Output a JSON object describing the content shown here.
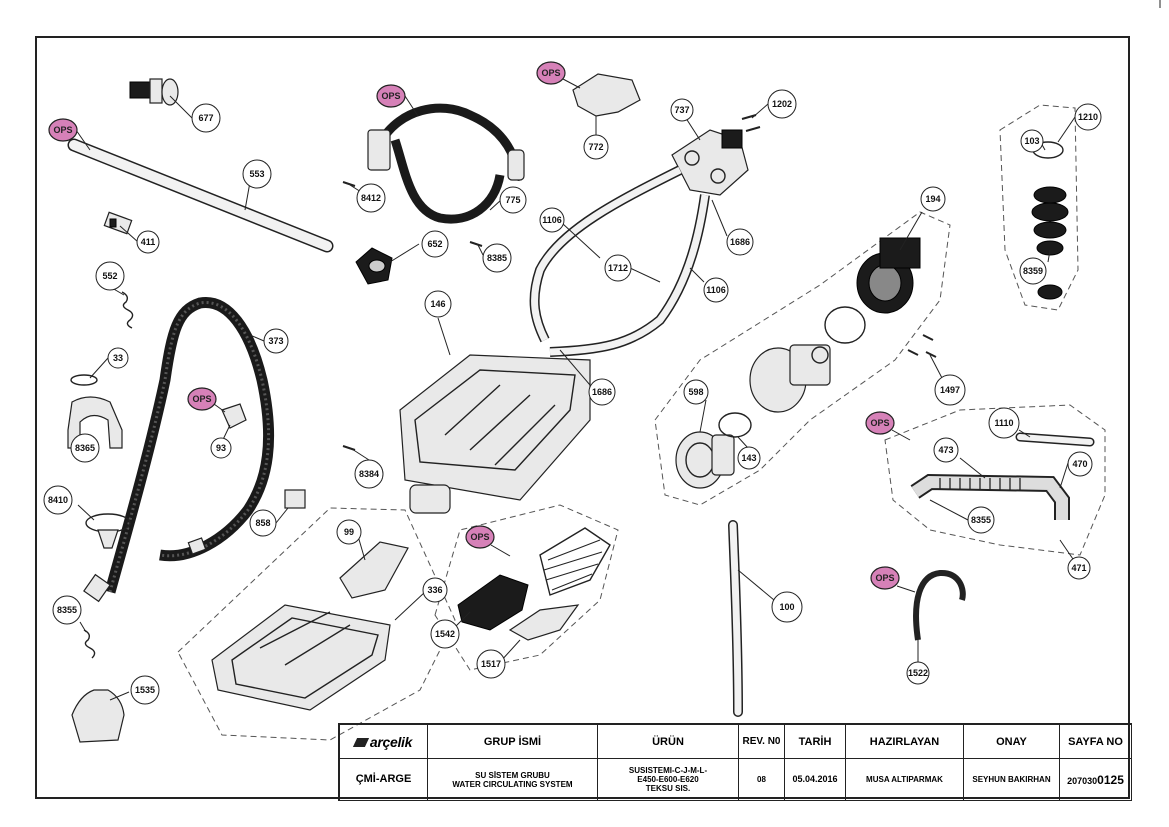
{
  "callouts": {
    "c677": "677",
    "c553": "553",
    "c411": "411",
    "c552": "552",
    "c373": "373",
    "c33": "33",
    "c93": "93",
    "c8365": "8365",
    "c8410": "8410",
    "c8355a": "8355",
    "c1535": "1535",
    "c858": "858",
    "c8384": "8384",
    "c146": "146",
    "c652": "652",
    "c8385": "8385",
    "c8412": "8412",
    "c775": "775",
    "c772": "772",
    "c737": "737",
    "c1202": "1202",
    "c1106a": "1106",
    "c1712": "1712",
    "c1106b": "1106",
    "c1686a": "1686",
    "c1686b": "1686",
    "c99": "99",
    "c336": "336",
    "c1542": "1542",
    "c1517": "1517",
    "c100": "100",
    "c598": "598",
    "c143": "143",
    "c194": "194",
    "c1497": "1497",
    "c1210": "1210",
    "c103": "103",
    "c8359": "8359",
    "c1110": "1110",
    "c473": "473",
    "c470": "470",
    "c8355b": "8355",
    "c471": "471",
    "c1522": "1522"
  },
  "ops_label": "OPS",
  "title_block": {
    "logo": "arçelik",
    "group_header": "GRUP İSMİ",
    "product_header": "ÜRÜN",
    "rev_header": "REV. N0",
    "date_header": "TARİH",
    "prepared_header": "HAZIRLAYAN",
    "approval_header": "ONAY",
    "page_header": "SAYFA NO",
    "department": "ÇMİ-ARGE",
    "group_name_tr": "SU SİSTEM GRUBU",
    "group_name_en": "WATER CIRCULATING SYSTEM",
    "product_line1": "SUSISTEMI-C-J-M-L-",
    "product_line2": "E450-E600-E620",
    "product_line3": "TEKSU SIS.",
    "rev": "08",
    "date": "05.04.2016",
    "prepared_by": "MUSA ALTIPARMAK",
    "approved_by": "SEYHUN BAKIRHAN",
    "page_prefix": "207030",
    "page_suffix": "0125"
  },
  "colors": {
    "ops_fill": "#d681b8",
    "border": "#222222"
  }
}
